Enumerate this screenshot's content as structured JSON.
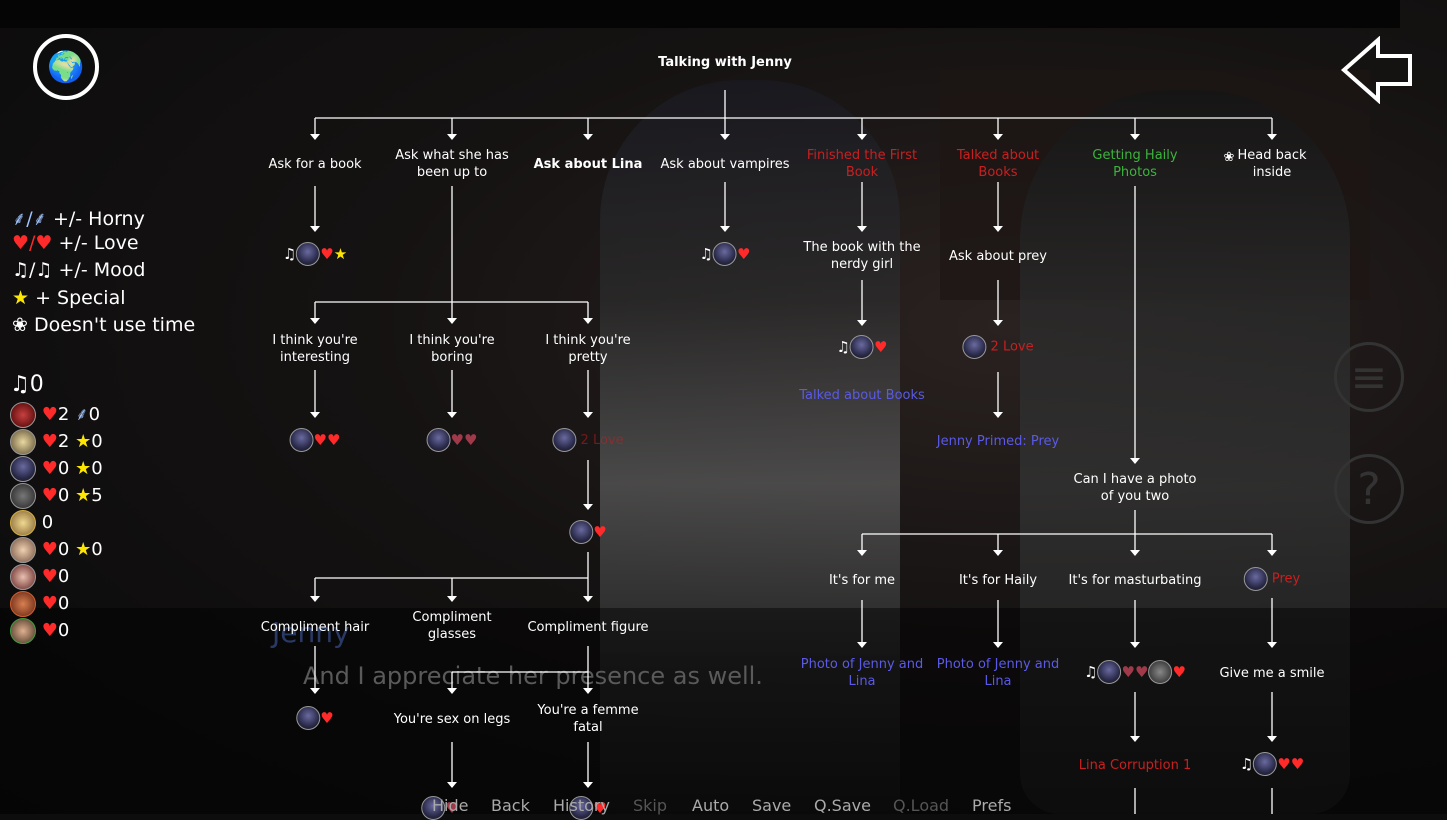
{
  "title": "Talking with Jenny",
  "legend": [
    {
      "icons": "⸙/⸙",
      "text": "+/- Horny"
    },
    {
      "icons": "♥/♥",
      "text": "+/- Love"
    },
    {
      "icons": "♫/♫",
      "text": "+/- Mood"
    },
    {
      "icons": "★",
      "text": "+ Special"
    },
    {
      "icons": "❀",
      "text": "Doesn't use time"
    }
  ],
  "mood_value": "0",
  "character_stats": [
    {
      "love": "2",
      "horny": "0",
      "star": ""
    },
    {
      "love": "2",
      "horny": "",
      "star": "0"
    },
    {
      "love": "0",
      "horny": "",
      "star": "0"
    },
    {
      "love": "0",
      "horny": "",
      "star": "5"
    },
    {
      "love": "",
      "horny": "",
      "star": "",
      "plain": "0"
    },
    {
      "love": "0",
      "horny": "",
      "star": "0"
    },
    {
      "love": "0",
      "horny": "",
      "star": ""
    },
    {
      "love": "0",
      "horny": "",
      "star": ""
    },
    {
      "love": "0",
      "horny": "",
      "star": ""
    }
  ],
  "tree": {
    "top_options": [
      {
        "label": "Ask for a book",
        "style": "white"
      },
      {
        "label": "Ask what she has\nbeen up to",
        "style": "white"
      },
      {
        "label": "Ask about Lina",
        "style": "bold"
      },
      {
        "label": "Ask about vampires",
        "style": "white"
      },
      {
        "label": "Finished the First\nBook",
        "style": "red"
      },
      {
        "label": "Talked about\nBooks",
        "style": "red"
      },
      {
        "label": "Getting Haily\nPhotos",
        "style": "green"
      },
      {
        "label": "Head back\ninside",
        "style": "white"
      }
    ],
    "book_nerdy": "The book with the\nnerdy girl",
    "ask_prey": "Ask about prey",
    "two_love": "2 Love",
    "talked_books": "Talked about Books",
    "jenny_primed": "Jenny Primed: Prey",
    "think_interesting": "I think you're\ninteresting",
    "think_boring": "I think you're\nboring",
    "think_pretty": "I think you're\npretty",
    "pretty_two_love": "2 Love",
    "photo_question": "Can I have a photo\nof you two",
    "its_for_me": "It's for me",
    "its_for_haily": "It's for Haily",
    "its_for_masturbating": "It's for masturbating",
    "prey": "Prey",
    "compliment_hair": "Compliment hair",
    "compliment_glasses": "Compliment\nglasses",
    "compliment_figure": "Compliment figure",
    "sex_on_legs": "You're sex on legs",
    "femme_fatale": "You're a femme\nfatal",
    "photo_jenny_lina_1": "Photo of Jenny and\nLina",
    "photo_jenny_lina_2": "Photo of Jenny and\nLina",
    "give_smile": "Give me a smile",
    "lina_corruption": "Lina Corruption 1"
  },
  "dialogue": {
    "speaker": "Jenny",
    "text": "And I appreciate her presence as well."
  },
  "quick_menu": [
    {
      "label": "Hide",
      "enabled": true
    },
    {
      "label": "Back",
      "enabled": true
    },
    {
      "label": "History",
      "enabled": true
    },
    {
      "label": "Skip",
      "enabled": false
    },
    {
      "label": "Auto",
      "enabled": true
    },
    {
      "label": "Save",
      "enabled": true
    },
    {
      "label": "Q.Save",
      "enabled": true
    },
    {
      "label": "Q.Load",
      "enabled": false
    },
    {
      "label": "Prefs",
      "enabled": true
    }
  ],
  "colors": {
    "red": "#c82020",
    "green": "#3cb43c",
    "blue": "#5a5ae6"
  }
}
